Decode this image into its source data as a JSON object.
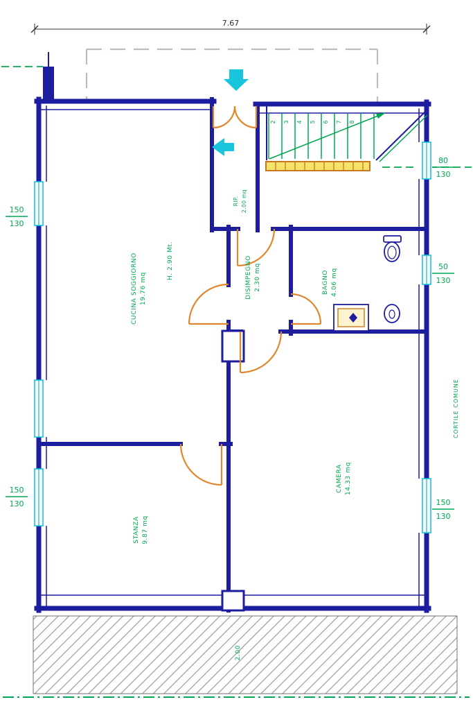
{
  "plan": {
    "dimension_top": "7.67",
    "rooms": [
      {
        "name": "CUCINA SOGGIORNO",
        "area": "19.76 mq"
      },
      {
        "name": "STANZA",
        "area": "9.87 mq"
      },
      {
        "name": "DISIMPEGNO",
        "area": "2.30 mq"
      },
      {
        "name": "BAGNO",
        "area": "4.06 mq"
      },
      {
        "name": "CAMERA",
        "area": "14.33 mq"
      },
      {
        "name": "RIP.",
        "area": "2.00 mq"
      }
    ],
    "notes": {
      "ceiling_height": "H. 2.90 Mt.",
      "courtyard": "CORTILE COMUNE",
      "ground": "2.00"
    },
    "stairs": {
      "steps": [
        "2",
        "3",
        "4",
        "5",
        "6",
        "7",
        "8"
      ]
    },
    "window_dims": [
      {
        "id": "left-upper",
        "w": "150",
        "h": "130"
      },
      {
        "id": "left-lower",
        "w": "150",
        "h": "130"
      },
      {
        "id": "right-upper",
        "w": "80",
        "h": "130"
      },
      {
        "id": "right-middle",
        "w": "50",
        "h": "130"
      },
      {
        "id": "right-lower",
        "w": "150",
        "h": "130"
      }
    ],
    "colors": {
      "wall": "#1d1d9f",
      "green": "#00a651",
      "cyan": "#12c4da",
      "orange": "#e0862c",
      "yellow": "#f6e36b",
      "hatch": "#9a9a9a"
    }
  }
}
